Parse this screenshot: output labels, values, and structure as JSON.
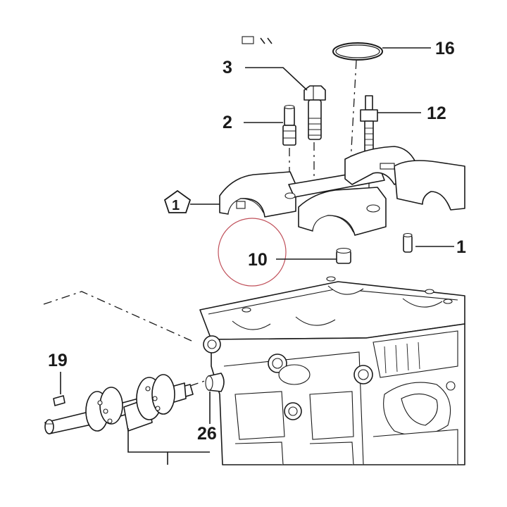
{
  "callouts": {
    "c1": "1",
    "c2": "2",
    "c3": "3",
    "c10": "10",
    "c12": "12",
    "c16": "16",
    "c19": "19",
    "c26": "26",
    "c_edge": "1"
  },
  "colors": {
    "ink": "#1a1a1a",
    "highlight_circle": "#c0505a",
    "background": "#ffffff"
  }
}
